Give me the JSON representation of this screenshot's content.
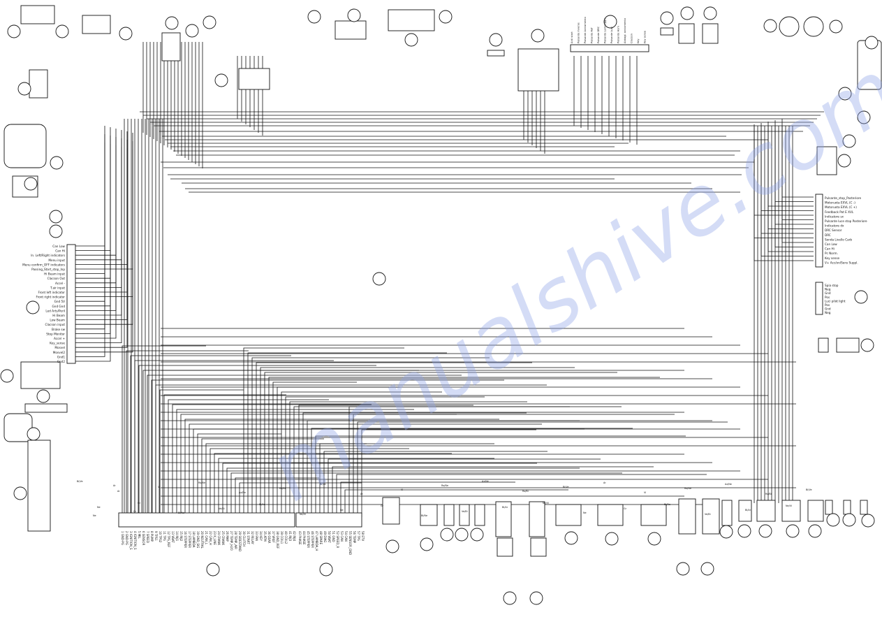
{
  "watermark": "manualshive.com",
  "left_panel_labels": [
    "Can Low",
    "Can Hi",
    "In. Left/Right indicators",
    "Menu input",
    "Menu confirm_OFF indicators",
    "Passing_Start_stop_Inp",
    "Hi Beam input",
    "Clacson Out",
    "Accel -",
    "T.air input",
    "Front left indicator",
    "Front right indicator",
    "Gnd 5V",
    "Gnd Gnd",
    "Led Arts/Peril",
    "Hi Beam",
    "Low Beam",
    "Clacson input",
    "Brake sw",
    "Stop Monitor",
    "Accel +",
    "Key_sense",
    "Mosvel",
    "Mosvel2",
    "Gnd1",
    "Gnd2"
  ],
  "right_panel_labels": [
    "Pulsante_stop_Posteriore",
    "Motoruota EXVL (C -)",
    "Motoruota EXVL (C +)",
    "Feedback Pot E XVL",
    "Indicatore sx",
    "Pulsante luce stop Posteriore",
    "Indicatore dx",
    "DRC Sensor",
    "DRC",
    "Sonda Livello Carb",
    "Can Low",
    "Can Hi",
    "Pc Norm.",
    "Key sense",
    "V+ Acc/on/Sens Suppl."
  ],
  "right_panel2_labels": [
    "Spia stop",
    "Neg",
    "Gnd",
    "Pos",
    "Luci pilot light",
    "Pos",
    "Gnd",
    "Neg"
  ],
  "top_connector_labels": [
    "Anti start",
    "Pulsante Inverse",
    "Pulsante Avviamento",
    "Pulsante Ref",
    "Pulsante DRC",
    "Pulsante Lampeggio",
    "Pulsante Luci",
    "Pulsante Horn",
    "Abbagl. avviamento",
    "Clacson",
    "Key",
    "Key sense"
  ],
  "ecu_a_labels": [
    "1 GND-PG",
    "2 GND-PG",
    "3 IGNITION_S",
    "4 IGNITION_S",
    "5 MIL",
    "6 SENSOR",
    "7 SPEED",
    "8 PUMP",
    "9 TPS1",
    "10 TPS2",
    "11 TPS",
    "12 TPS_REF",
    "13 VBAT",
    "14 INJ1",
    "15 INJ2",
    "16 STEPPER",
    "17 STEPPER",
    "18 LAMBDA",
    "19 GND_SIG",
    "20 NEUTRAL",
    "21 CAN_L",
    "22 CAN_H",
    "23 K_LINE",
    "24 CRANK",
    "25 CRANK",
    "26 MAP",
    "27 TEMP_H2O",
    "28 TEMP_AIR",
    "29 SIDESTAND",
    "30 CLUTCH",
    "31 START",
    "32 RELAY",
    "33 FAN",
    "34 KEY",
    "35 ATM",
    "36 GEAR",
    "37 VREF",
    "38 GND_REF",
    "39 COIL1",
    "40 COIL2",
    "41 INJ3",
    "42 INJ4"
  ],
  "ecu_b_labels": [
    "43 PHASE",
    "44 PHASE",
    "45 STEPPER",
    "46 STEPPER",
    "47 LAMBDA_H",
    "48 SPARE",
    "49 DIAG",
    "50 VBAT",
    "51 GND",
    "52 SPEED_R",
    "53 CAN",
    "54 CAN",
    "55 SENSOR_GND",
    "56 TEMP",
    "57 TPS",
    "58 ETV"
  ],
  "wire_colors": [
    "Bi/Ve",
    "Ne",
    "Ar",
    "Gr",
    "Vi",
    "Bi/Ne",
    "Ro/Ne",
    "Ve/Bi",
    "Az/Ne",
    "Bi/Ar",
    "Ro/Bi",
    "Ne/Vi"
  ]
}
